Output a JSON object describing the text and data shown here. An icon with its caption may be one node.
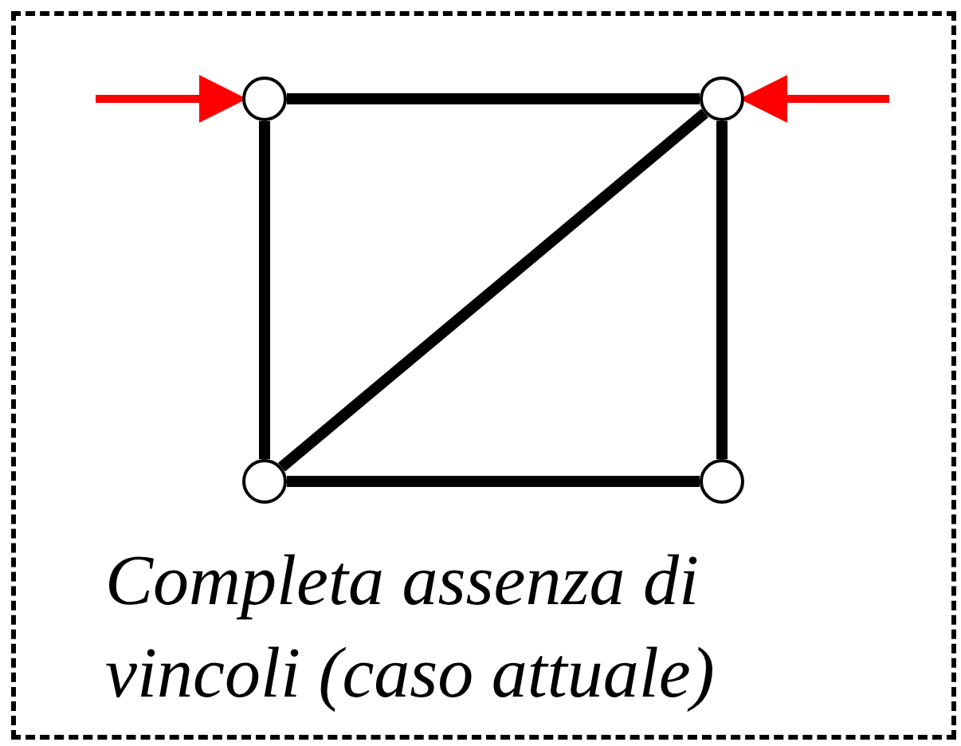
{
  "diagram": {
    "caption": "Completa assenza di vincoli (caso attuale)",
    "nodes": [
      {
        "text": [],
        "shape": "circle"
      },
      {
        "text": [],
        "shape": "circle"
      },
      {
        "text": [],
        "shape": "circle"
      },
      {
        "text": [],
        "shape": "circle"
      }
    ],
    "edges": [
      {
        "from": 0,
        "to": 1,
        "arrow": "none"
      },
      {
        "from": 0,
        "to": 2,
        "arrow": "none"
      },
      {
        "from": 2,
        "to": 1,
        "arrow": "none"
      },
      {
        "from": 1,
        "to": 3,
        "arrow": "none"
      },
      {
        "from": 2,
        "to": 3,
        "arrow": "none"
      }
    ]
  }
}
